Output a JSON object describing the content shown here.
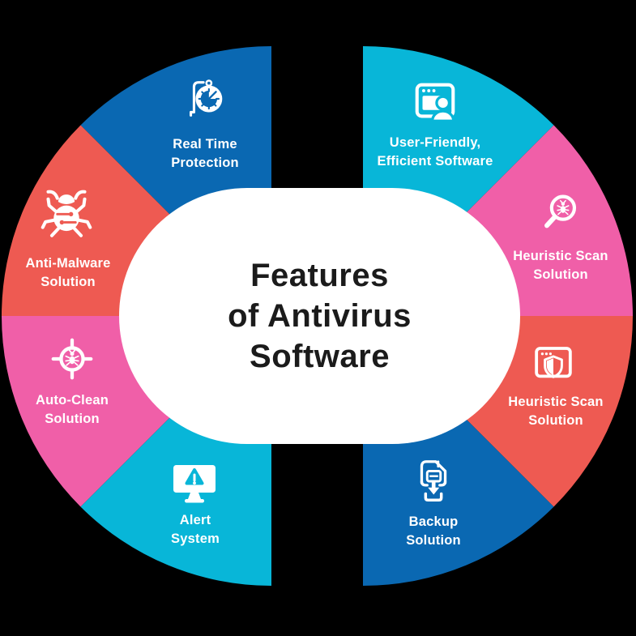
{
  "background_color": "#000000",
  "colors": {
    "background": "#000000",
    "white": "#ffffff",
    "blue": "#0a68b2",
    "cyan": "#08b6d8",
    "pink": "#f05fa8",
    "red": "#ee5a52",
    "title_text": "#1b1b1b",
    "label_text": "#ffffff"
  },
  "center": {
    "title_lines": [
      "Features",
      "of Antivirus",
      "Software"
    ]
  },
  "segments": [
    {
      "id": "real-time-protection",
      "side": "left",
      "color": "#0a68b2",
      "icon": "gauge-stand-icon",
      "label_lines": [
        "Real Time",
        "Protection"
      ]
    },
    {
      "id": "anti-malware-solution",
      "side": "left",
      "color": "#ee5a52",
      "icon": "malware-bug-icon",
      "label_lines": [
        "Anti-Malware",
        "Solution"
      ]
    },
    {
      "id": "auto-clean-solution",
      "side": "left",
      "color": "#f05fa8",
      "icon": "crosshair-bug-icon",
      "label_lines": [
        "Auto-Clean",
        "Solution"
      ]
    },
    {
      "id": "alert-system",
      "side": "left",
      "color": "#08b6d8",
      "icon": "monitor-alert-icon",
      "label_lines": [
        "Alert",
        "System"
      ]
    },
    {
      "id": "user-friendly-software",
      "side": "right",
      "color": "#08b6d8",
      "icon": "window-user-icon",
      "label_lines": [
        "User-Friendly,",
        "Efficient Software"
      ]
    },
    {
      "id": "heuristic-scan-solution",
      "side": "right",
      "color": "#f05fa8",
      "icon": "magnifier-bug-icon",
      "label_lines": [
        "Heuristic Scan",
        "Solution"
      ]
    },
    {
      "id": "heuristic-scan-solution-2",
      "side": "right",
      "color": "#ee5a52",
      "icon": "window-shield-icon",
      "label_lines": [
        "Heuristic Scan",
        "Solution"
      ]
    },
    {
      "id": "backup-solution",
      "side": "right",
      "color": "#0a68b2",
      "icon": "floppy-download-icon",
      "label_lines": [
        "Backup",
        "Solution"
      ]
    }
  ]
}
